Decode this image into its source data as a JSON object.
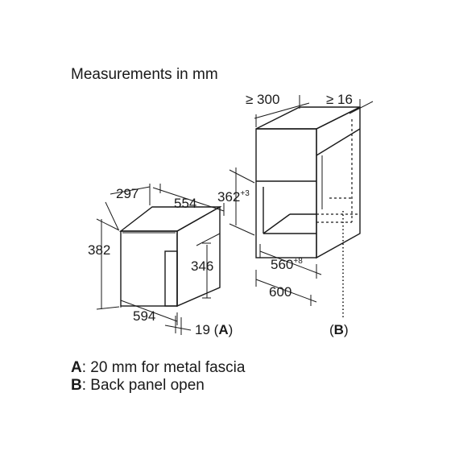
{
  "title": "Measurements in mm",
  "appliance": {
    "depth": "297",
    "top_width": "554",
    "height": "382",
    "door_height": "346",
    "width": "594",
    "fascia_depth": "19",
    "fascia_ref": "A"
  },
  "niche": {
    "min_depth": "≥ 300",
    "min_gap": "≥ 16",
    "height": "362",
    "height_tolerance": "+3",
    "width": "560",
    "width_tolerance": "+8",
    "outer_width": "600",
    "back_ref": "B"
  },
  "notes": [
    {
      "key": "A",
      "text": ": 20 mm for metal fascia"
    },
    {
      "key": "B",
      "text": ": Back panel open"
    }
  ]
}
